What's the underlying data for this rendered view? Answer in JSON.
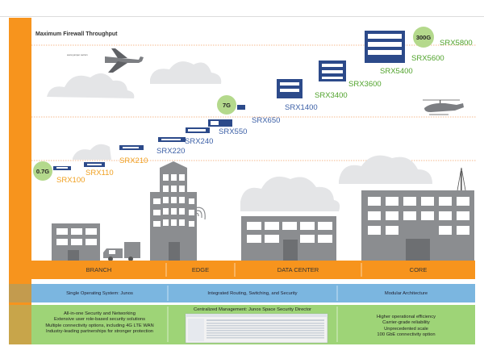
{
  "header": {
    "title": "Maximum Firewall Throughput",
    "source_text": "www.juniper.net/srx"
  },
  "badges": [
    "0.7G",
    "7G",
    "300G"
  ],
  "products": [
    "SRX100",
    "SRX110",
    "SRX210",
    "SRX220",
    "SRX240",
    "SRX550",
    "SRX650",
    "SRX1400",
    "SRX3400",
    "SRX3600",
    "SRX5400",
    "SRX5600",
    "SRX5800"
  ],
  "segments": [
    "BRANCH",
    "EDGE",
    "DATA CENTER",
    "CORE"
  ],
  "capabilities": [
    "Single Operating System: Junos",
    "Integrated Routing, Switching, and Security",
    "Modular Architecture"
  ],
  "features": {
    "left": [
      "All-in-one Security and Networking",
      "Extensive user role-based security solutions",
      "Multiple connectivity options, including 4G LTE WAN",
      "Industry-leading partnerships for stronger protection"
    ],
    "middle_title": "Centralized Management: Junos Space Security Director",
    "right": [
      "Higher operational efficiency",
      "Carrier-grade reliability",
      "Unprecedented scale",
      "100 GbE connectivity option"
    ]
  },
  "colors": {
    "orange": "#f7941d",
    "blue_band": "#7bb6e0",
    "green_band": "#9ed477",
    "badge_green": "#b4d98c",
    "building_gray": "#8b8d90",
    "cloud_gray": "#e4e5e7",
    "device_navy": "#2c4a8a"
  }
}
